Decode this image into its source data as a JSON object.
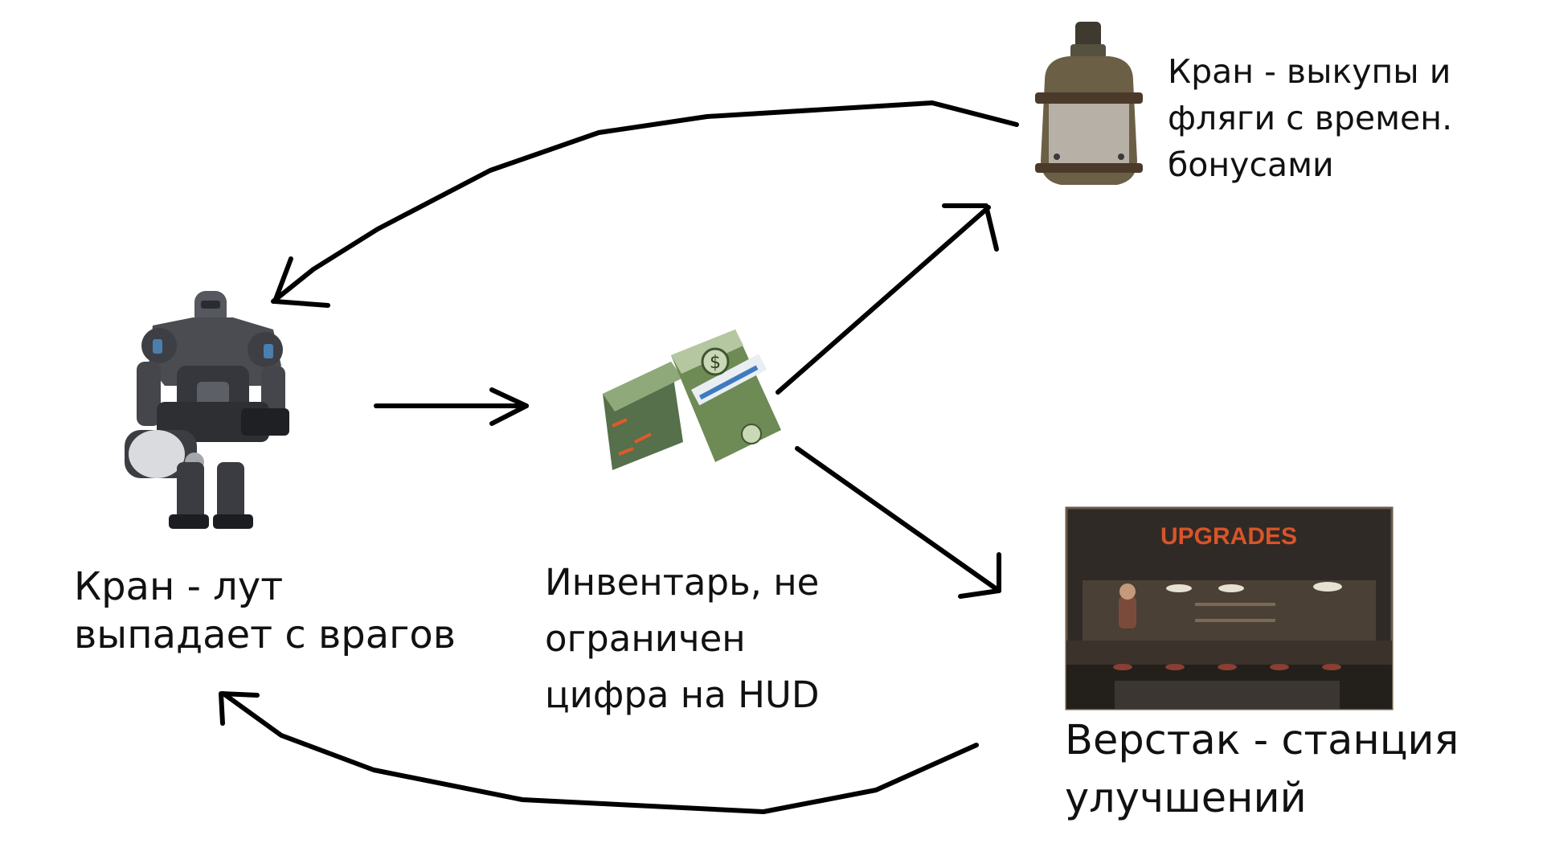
{
  "nodes": {
    "robot": {
      "label_lines": [
        "Кран - лут",
        "выпадает с врагов"
      ],
      "icon": "heavy-robot-minigun-icon"
    },
    "inventory": {
      "label_lines": [
        "Инвентарь, не",
        "ограничен",
        "цифра на HUD"
      ],
      "icon": "cash-stack-icon"
    },
    "flask": {
      "label_lines": [
        "Кран - выкупы и",
        "фляги с  времен.",
        "бонусами"
      ],
      "icon": "canteen-flask-icon"
    },
    "workbench": {
      "label_lines": [
        "Верстак - станция",
        "улучшений"
      ],
      "icon": "upgrade-station-icon",
      "sign_text": "UPGRADES"
    }
  },
  "edges": [
    {
      "from": "robot",
      "to": "inventory"
    },
    {
      "from": "inventory",
      "to": "flask"
    },
    {
      "from": "inventory",
      "to": "workbench"
    },
    {
      "from": "flask",
      "to": "robot"
    },
    {
      "from": "workbench",
      "to": "robot"
    }
  ],
  "colors": {
    "arrow": "#000000",
    "sign": "#d8542a",
    "cash": "#6e8a55",
    "canteen": "#6b5f45"
  }
}
